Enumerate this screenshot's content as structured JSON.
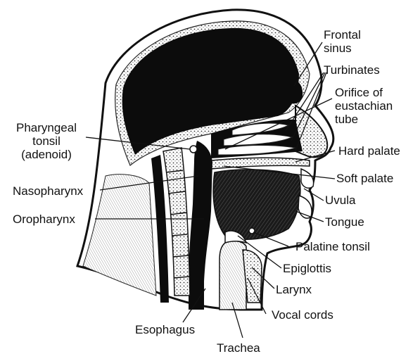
{
  "labels": {
    "frontal_sinus": [
      "Frontal",
      "sinus"
    ],
    "turbinates": "Turbinates",
    "orifice_eustachian": [
      "Orifice of",
      "eustachian",
      "tube"
    ],
    "pharyngeal_tonsil": [
      "Pharyngeal",
      "tonsil",
      "(adenoid)"
    ],
    "hard_palate": "Hard palate",
    "soft_palate": "Soft palate",
    "nasopharynx": "Nasopharynx",
    "uvula": "Uvula",
    "oropharynx": "Oropharynx",
    "tongue": "Tongue",
    "palatine_tonsil": "Palatine tonsil",
    "epiglottis": "Epiglottis",
    "larynx": "Larynx",
    "vocal_cords": "Vocal cords",
    "esophagus": "Esophagus",
    "trachea": "Trachea"
  },
  "colors": {
    "ink": "#111111",
    "cavity": "#0c0c0c",
    "tissue": "#ffffff",
    "shading": "#9a9a9a"
  }
}
